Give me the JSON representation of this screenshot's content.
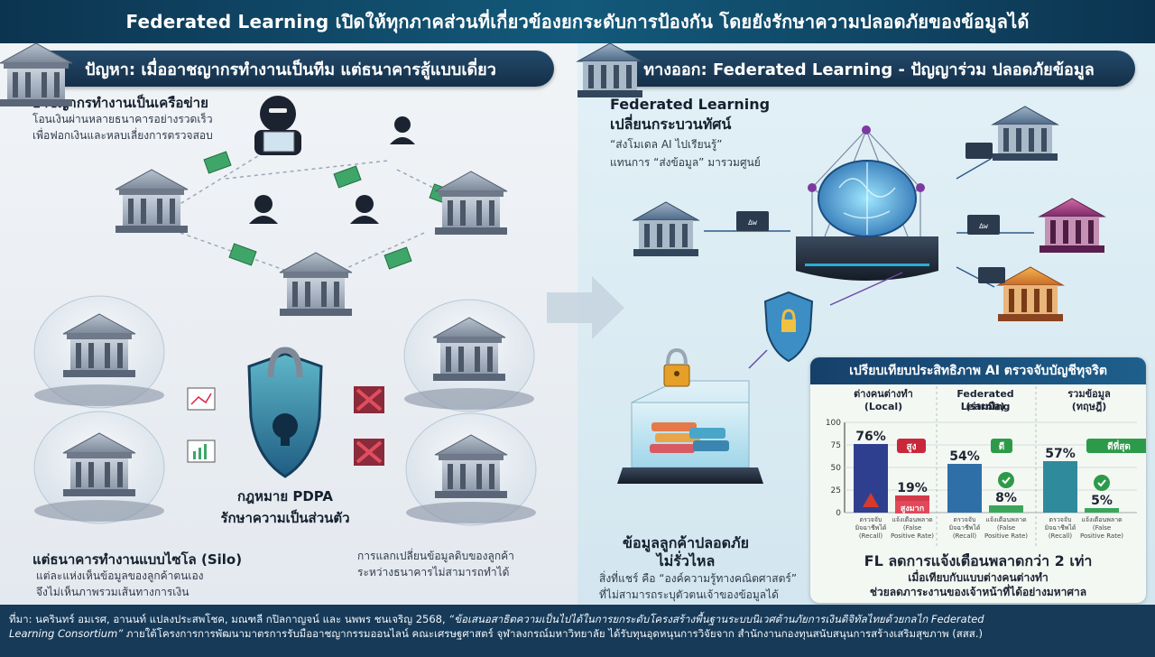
{
  "header": {
    "title": "Federated Learning เปิดให้ทุกภาคส่วนที่เกี่ยวข้องยกระดับการป้องกัน โดยยังรักษาความปลอดภัยของข้อมูลได้"
  },
  "left": {
    "pill": "ปัญหา: เมื่ออาชญากรทำงานเป็นทีม แต่ธนาคารสู้แบบเดี่ยว",
    "network": {
      "title": "อาชญากรทำงานเป็นเครือข่าย",
      "desc1": "โอนเงินผ่านหลายธนาคารอย่างรวดเร็ว",
      "desc2": "เพื่อฟอกเงินและหลบเลี่ยงการตรวจสอบ"
    },
    "pdpa1": "กฎหมาย PDPA",
    "pdpa2": "รักษาความเป็นส่วนตัว",
    "silo": {
      "title": "แต่ธนาคารทำงานแบบไซโล (Silo)",
      "desc1": "แต่ละแห่งเห็นข้อมูลของลูกค้าตนเอง",
      "desc2": "จึงไม่เห็นภาพรวมเส้นทางการเงิน"
    },
    "exchange1": "การแลกเปลี่ยนข้อมูลดิบของลูกค้า",
    "exchange2": "ระหว่างธนาคารไม่สามารถทำได้"
  },
  "right": {
    "pill": "ทางออก: Federated Learning - ปัญญาร่วม ปลอดภัยข้อมูล",
    "fl": {
      "title1": "Federated Learning",
      "title2": "เปลี่ยนกระบวนทัศน์",
      "desc1": "“ส่งโมเดล AI ไปเรียนรู้”",
      "desc2": "แทนการ “ส่งข้อมูล” มารวมศูนย์"
    },
    "safe1": "ข้อมูลลูกค้าปลอดภัย",
    "safe2": "ไม่รั่วไหล",
    "share1": "สิ่งที่แชร์ คือ “องค์ความรู้ทางคณิตศาสตร์”",
    "share2": "ที่ไม่สามารถระบุตัวตนเจ้าของข้อมูลได้"
  },
  "panel": {
    "title": "เปรียบเทียบประสิทธิภาพ AI ตรวจจับบัญชีทุจริต",
    "summary1": "FL ลดการแจ้งเตือนพลาดกว่า 2 เท่า",
    "summary2": "เมื่อเทียบกับแบบต่างคนต่างทำ",
    "summary3": "ช่วยลดภาระงานของเจ้าหน้าที่ได้อย่างมหาศาล"
  },
  "chart_data": {
    "type": "bar",
    "ylim": [
      0,
      100
    ],
    "yticks": [
      "100",
      "75",
      "50",
      "25",
      "0"
    ],
    "groups": [
      {
        "title1": "ต่างคนต่างทำ",
        "title2": "(Local)",
        "badge": "สูง",
        "badge_color": "#c8283a",
        "recall": 76,
        "recall_label": "76%",
        "fpr": 19,
        "fpr_label": "19%",
        "fpr_tag": "สูงมาก",
        "recall_color": "#2f3f8f",
        "fpr_color": "#d23a4c"
      },
      {
        "title1": "Federated Learning",
        "title2": "(ร่วมมือ)",
        "badge": "ดี",
        "badge_color": "#2d9a4a",
        "recall": 54,
        "recall_label": "54%",
        "fpr": 8,
        "fpr_label": "8%",
        "fpr_tag": "",
        "recall_color": "#2f6fa8",
        "fpr_color": "#3aa65a"
      },
      {
        "title1": "รวมข้อมูล",
        "title2": "(ทฤษฎี)",
        "badge": "ดีที่สุด",
        "badge_color": "#2d9a4a",
        "recall": 57,
        "recall_label": "57%",
        "fpr": 5,
        "fpr_label": "5%",
        "fpr_tag": "",
        "recall_color": "#2f8a9c",
        "fpr_color": "#3aa65a"
      }
    ],
    "bar_labels": {
      "recall": "ตรวจจับ\nมิจฉาชีพได้\n(Recall)",
      "fpr": "แจ้งเตือนพลาด\n(False\nPositive Rate)"
    }
  },
  "footer": {
    "line1a": "ที่มา: นครินทร์ อมเรศ, อานนท์ แปลงประสพโชค, มณฑลี กปิลกาญจน์ และ นพพร ชนเจริญ 2568, ",
    "line1b": "“ข้อเสนอสาธิตความเป็นไปได้ในการยกระดับโครงสร้างพื้นฐานระบบนิเวศต้านภัยการเงินดิจิทัลไทยด้วยกลไก Federated",
    "line2a": "Learning Consortium”",
    "line2b": " ภายใต้โครงการการพัฒนามาตรการรับมืออาชญากรรมออนไลน์ คณะเศรษฐศาสตร์ จุฬาลงกรณ์มหาวิทยาลัย ได้รับทุนอุดหนุนการวิจัยจาก สำนักงานกองทุนสนับสนุนการสร้างเสริมสุขภาพ (สสส.)"
  }
}
